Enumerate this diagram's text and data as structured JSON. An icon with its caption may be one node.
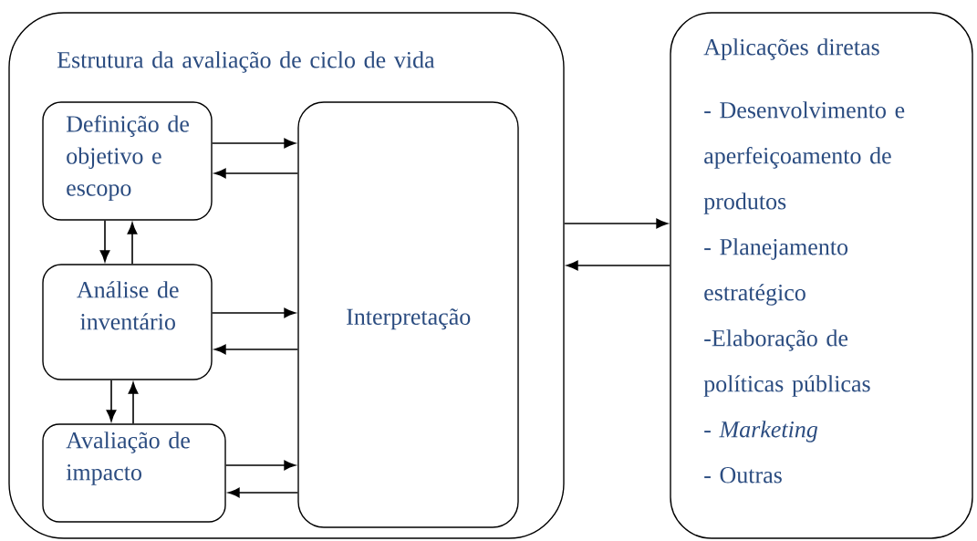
{
  "diagram": {
    "nodes": [
      {
        "text": [
          "Estrutura da avaliação de ciclo de vida"
        ]
      },
      {
        "text": [
          "Definição de objetivo e escopo"
        ],
        "in": 0
      },
      {
        "text": [
          "Análise de inventário"
        ],
        "in": 0
      },
      {
        "text": [
          "Avaliação de impacto"
        ],
        "in": 0
      },
      {
        "text": [
          "Interpretação"
        ],
        "in": 0
      },
      {
        "text": [
          "Aplicações diretas",
          "- Desenvolvimento e aperfeiçoamento de produtos",
          "- Planejamento estratégico",
          "-Elaboração de políticas públicas",
          "- *Marketing*",
          "- Outras"
        ]
      }
    ],
    "edges": [
      {
        "from": 1,
        "to": 4,
        "arrow": "to"
      },
      {
        "from": 4,
        "to": 1,
        "arrow": "to"
      },
      {
        "from": 1,
        "to": 2,
        "arrow": "to"
      },
      {
        "from": 2,
        "to": 1,
        "arrow": "to"
      },
      {
        "from": 2,
        "to": 4,
        "arrow": "to"
      },
      {
        "from": 4,
        "to": 2,
        "arrow": "to"
      },
      {
        "from": 2,
        "to": 3,
        "arrow": "to"
      },
      {
        "from": 3,
        "to": 2,
        "arrow": "to"
      },
      {
        "from": 3,
        "to": 4,
        "arrow": "to"
      },
      {
        "from": 4,
        "to": 3,
        "arrow": "to"
      },
      {
        "from": 0,
        "to": 5,
        "arrow": "to"
      },
      {
        "from": 5,
        "to": 0,
        "arrow": "to"
      }
    ]
  }
}
